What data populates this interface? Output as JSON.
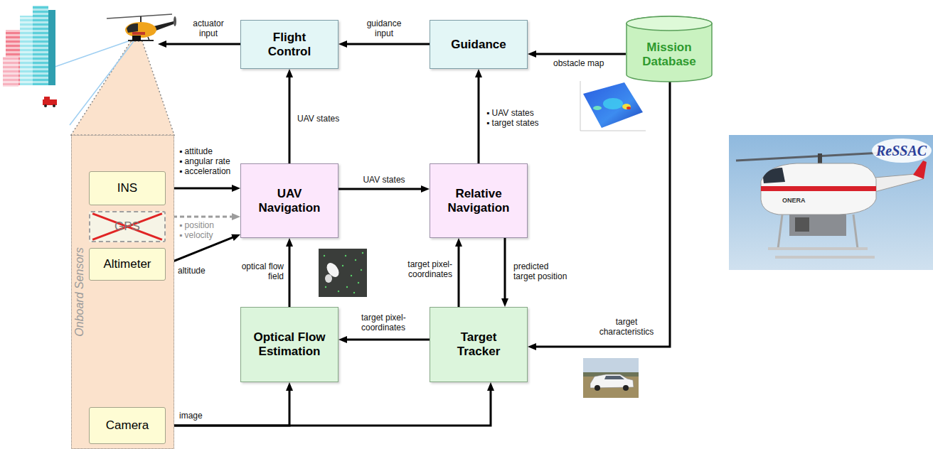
{
  "diagram": {
    "nodes": [
      {
        "text": [
          "Flight Control"
        ]
      },
      {
        "text": [
          "Guidance"
        ]
      },
      {
        "text": [
          "Mission Database"
        ]
      },
      {
        "text": [
          "Onboard Sensors"
        ]
      },
      {
        "text": [
          "INS"
        ],
        "in": 3
      },
      {
        "text": [
          "GPS"
        ],
        "in": 3
      },
      {
        "text": [
          "Altimeter"
        ],
        "in": 3
      },
      {
        "text": [
          "UAV Navigation"
        ]
      },
      {
        "text": [
          "Relative Navigation"
        ]
      },
      {
        "text": [
          "Optical Flow Estimation"
        ]
      },
      {
        "text": [
          "Target Tracker"
        ]
      },
      {
        "text": [
          "Camera"
        ],
        "in": 3
      }
    ],
    "edges": [
      {
        "from": 1,
        "to": 0,
        "label": "guidance input",
        "arrow": "to"
      },
      {
        "from": 2,
        "to": 1,
        "label": "obstacle map",
        "arrow": "to"
      },
      {
        "from": 2,
        "to": 10,
        "label": "target characteristics",
        "arrow": "to"
      },
      {
        "from": 7,
        "to": 0,
        "label": "UAV states",
        "arrow": "to"
      },
      {
        "from": 7,
        "to": 8,
        "label": "UAV states",
        "arrow": "to"
      },
      {
        "from": 8,
        "to": 1,
        "arrow": "to"
      },
      {
        "from": 4,
        "to": 7,
        "arrow": "to"
      },
      {
        "from": 5,
        "to": 7,
        "arrow": "to"
      },
      {
        "from": 6,
        "to": 7,
        "label": "altitude",
        "arrow": "to"
      },
      {
        "from": 9,
        "to": 7,
        "label": "optical flow field",
        "arrow": "to"
      },
      {
        "from": 10,
        "to": 8,
        "label": "target pixel-coordinates",
        "arrow": "to"
      },
      {
        "from": 8,
        "to": 10,
        "label": "predicted target position",
        "arrow": "to"
      },
      {
        "from": 10,
        "to": 9,
        "label": "target pixel-coordinates",
        "arrow": "to"
      },
      {
        "from": 11,
        "to": 9,
        "label": "image",
        "arrow": "to"
      },
      {
        "from": 11,
        "to": 10,
        "arrow": "to"
      }
    ],
    "labels": [
      "actuator input",
      "▪ attitude",
      "▪ angular rate",
      "▪ acceleration",
      "▪ position",
      "▪ velocity",
      "▪ UAV states",
      "▪ target states",
      "ReSSAC",
      "ONERA"
    ]
  }
}
